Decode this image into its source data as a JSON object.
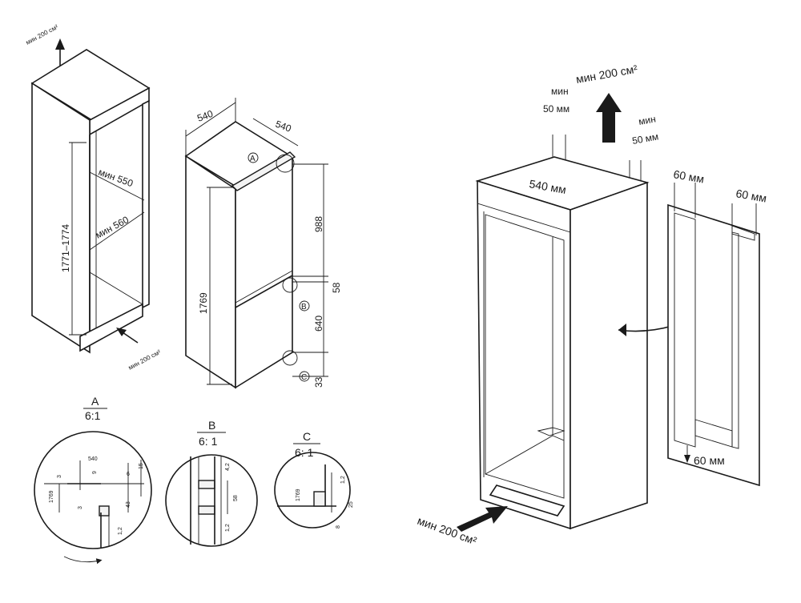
{
  "left_cabinet": {
    "top_vent": "мин 200 см²",
    "bottom_vent": "мин 200 см²",
    "height_range": "1771–1774",
    "depth_min": "мин 550",
    "width_min": "мин 560"
  },
  "fridge": {
    "width": "540",
    "depth": "540",
    "height": "1769",
    "upper_height": "988",
    "gap": "58",
    "lower_height": "640",
    "base": "33",
    "marker_a": "A",
    "marker_b": "B",
    "marker_c": "C"
  },
  "details": [
    {
      "name": "A",
      "scale": "6:1",
      "dims": [
        "540",
        "9",
        "6",
        "15",
        "3",
        "1769",
        "3",
        "43",
        "1,2"
      ]
    },
    {
      "name": "B",
      "scale": "6: 1",
      "dims": [
        "4,2",
        "58",
        "1,2"
      ]
    },
    {
      "name": "C",
      "scale": "6: 1",
      "dims": [
        "1769",
        "1,2",
        "25",
        "8"
      ]
    }
  ],
  "right_cabinet": {
    "top_vent": "мин 200 см²",
    "left_gap_min": "мин",
    "left_gap_value": "50 мм",
    "right_gap_min": "мин",
    "right_gap_value": "50 мм",
    "inner_width": "540 мм",
    "bottom_vent": "мин 200 см²"
  },
  "door_panel": {
    "left_strip": "60 мм",
    "right_strip": "60 мм",
    "bottom_strip": "60 мм"
  }
}
